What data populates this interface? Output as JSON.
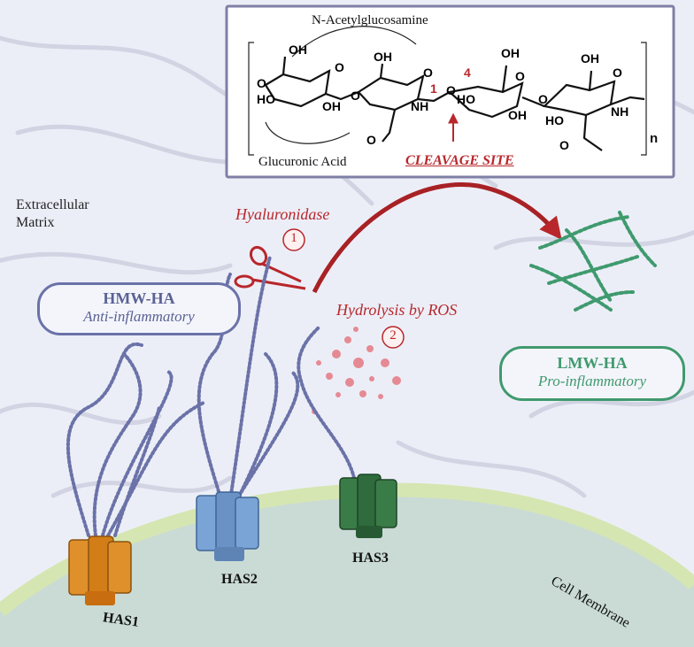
{
  "structure": {
    "top_label": "N-Acetylglucosamine",
    "bottom_label": "Glucuronic Acid",
    "cleavage_label": "CLEAVAGE SITE",
    "position_1": "1",
    "position_4": "4",
    "repeat_n": "n",
    "atoms": {
      "OH": "OH",
      "HO": "HO",
      "O": "O",
      "NH": "NH"
    }
  },
  "extracellular": {
    "line1": "Extracellular",
    "line2": "Matrix"
  },
  "hyaluronidase": {
    "label": "Hyaluronidase",
    "step": "1"
  },
  "ros": {
    "label": "Hydrolysis by ROS",
    "step": "2"
  },
  "hmw": {
    "title": "HMW-HA",
    "subtitle": "Anti-inflammatory"
  },
  "lmw": {
    "title": "LMW-HA",
    "subtitle": "Pro-inflammatory"
  },
  "synthases": {
    "has1": "HAS1",
    "has2": "HAS2",
    "has3": "HAS3"
  },
  "membrane": {
    "label": "Cell Membrane"
  },
  "colors": {
    "red": "#b8272b",
    "hmw_blue": "#6a72a8",
    "lmw_green": "#3f9a6e",
    "has1": "#e0902a",
    "has2": "#6f97cc",
    "has3": "#2f6b3c",
    "membrane": "#d5e6b2",
    "cell": "#cadbd6"
  }
}
